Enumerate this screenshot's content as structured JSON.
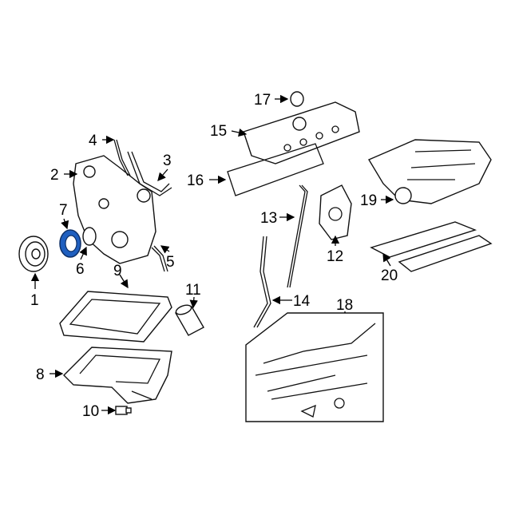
{
  "diagram": {
    "highlight_color": "#1f5fbf",
    "callouts": [
      "1",
      "2",
      "3",
      "4",
      "5",
      "6",
      "7",
      "8",
      "9",
      "10",
      "11",
      "12",
      "13",
      "14",
      "15",
      "16",
      "17",
      "18",
      "19",
      "20"
    ],
    "highlighted_callout": "7"
  }
}
